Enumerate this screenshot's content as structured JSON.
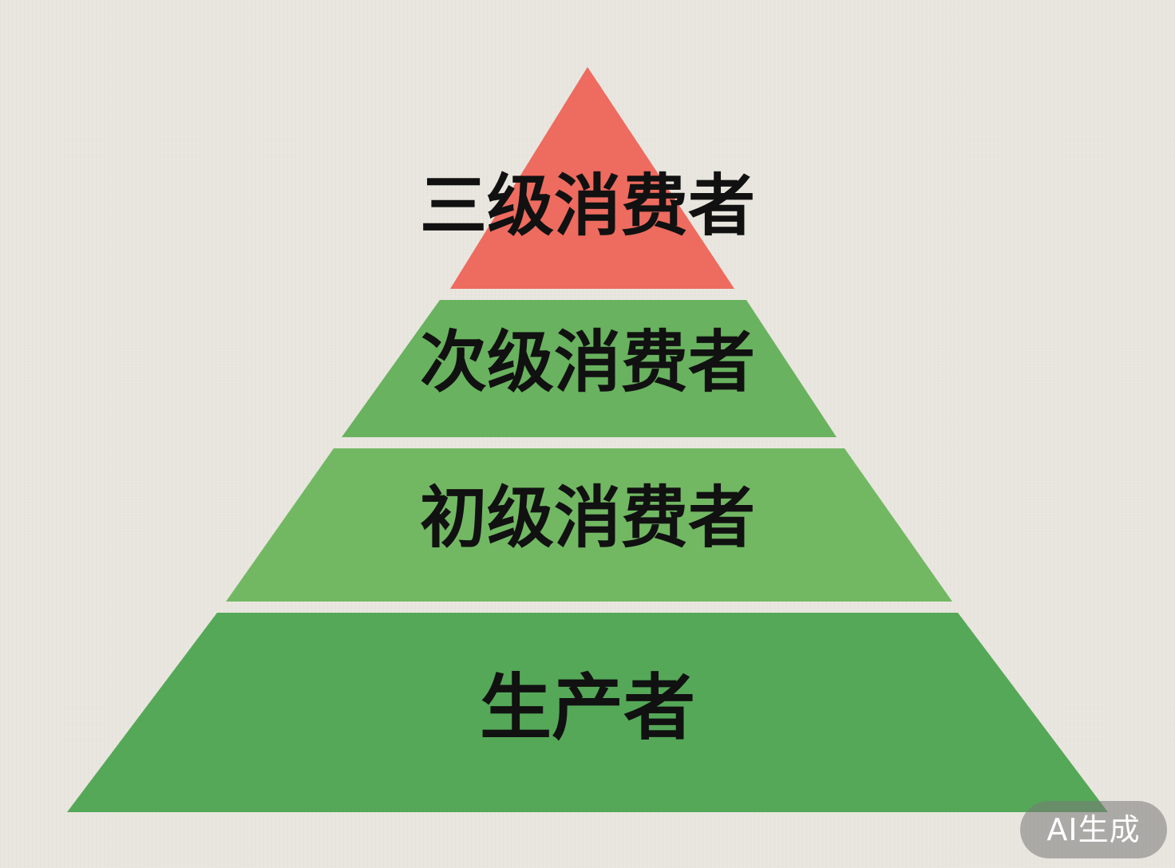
{
  "pyramid": {
    "tiers": [
      {
        "label": "三级消费者",
        "color": "#ee6b5f"
      },
      {
        "label": "次级消费者",
        "color": "#69b25f"
      },
      {
        "label": "初级消费者",
        "color": "#72b863"
      },
      {
        "label": "生产者",
        "color": "#55a858"
      }
    ]
  },
  "badge": {
    "text": "AI生成"
  }
}
